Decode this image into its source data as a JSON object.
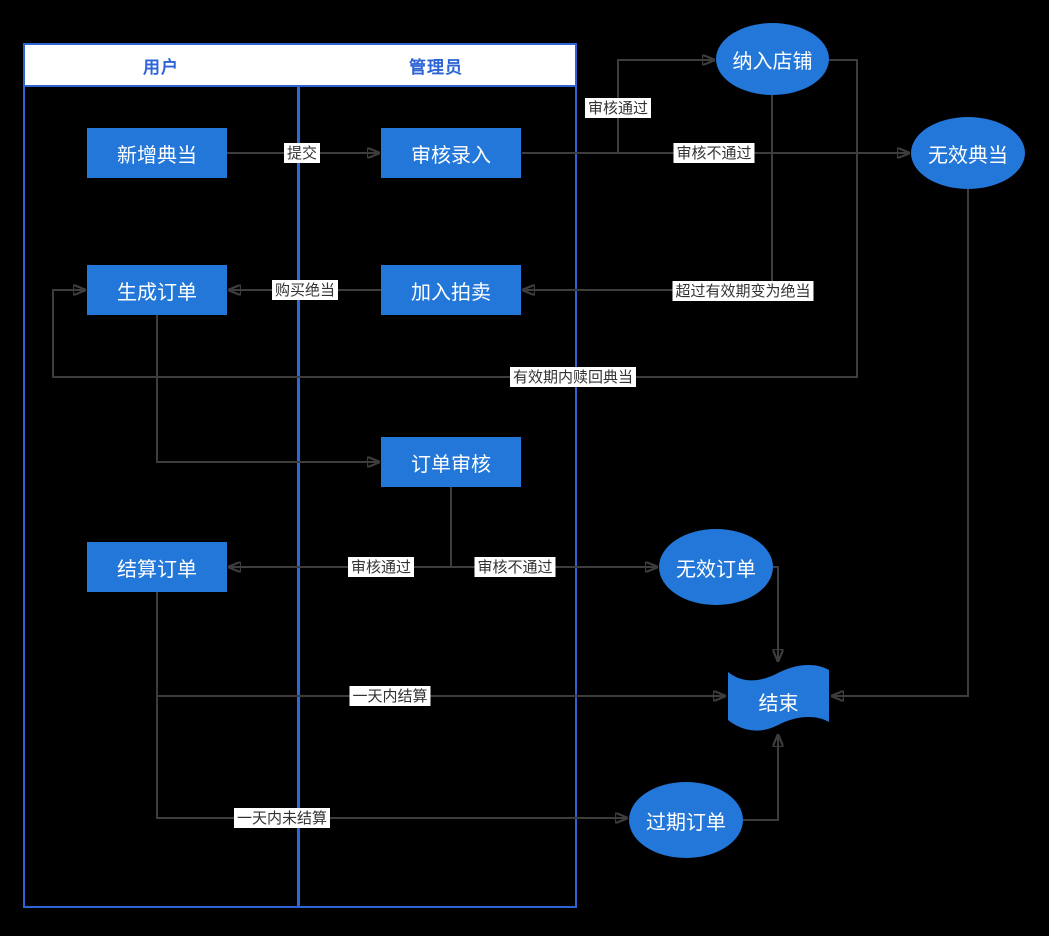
{
  "colors": {
    "background": "#000000",
    "node_fill": "#2277d8",
    "node_text": "#ffffff",
    "lane_border": "#2e63d4",
    "lane_divider": "#2e68d9",
    "lane_header_bg": "#ffffff",
    "lane_header_text": "#2c63d5",
    "connector": "#3d3d3d",
    "edge_label_bg": "#ffffff",
    "edge_label_text": "#333333"
  },
  "lanes": [
    {
      "title": "用户"
    },
    {
      "title": "管理员"
    }
  ],
  "nodes": {
    "new_pawn": "新增典当",
    "review_entry": "审核录入",
    "generate_order": "生成订单",
    "join_auction": "加入拍卖",
    "order_review": "订单审核",
    "settle_order": "结算订单",
    "into_shop": "纳入店铺",
    "invalid_pawn": "无效典当",
    "invalid_order": "无效订单",
    "expired_order": "过期订单",
    "end": "结束"
  },
  "edge_labels": {
    "submit": "提交",
    "review_pass_1": "审核通过",
    "review_fail_1": "审核不通过",
    "overdue_becomes_dead": "超过有效期变为绝当",
    "buy_dead_pawn": "购买绝当",
    "redeem_in_validity": "有效期内赎回典当",
    "review_pass_2": "审核通过",
    "review_fail_2": "审核不通过",
    "settled_within_day": "一天内结算",
    "not_settled_within_day": "一天内未结算"
  }
}
